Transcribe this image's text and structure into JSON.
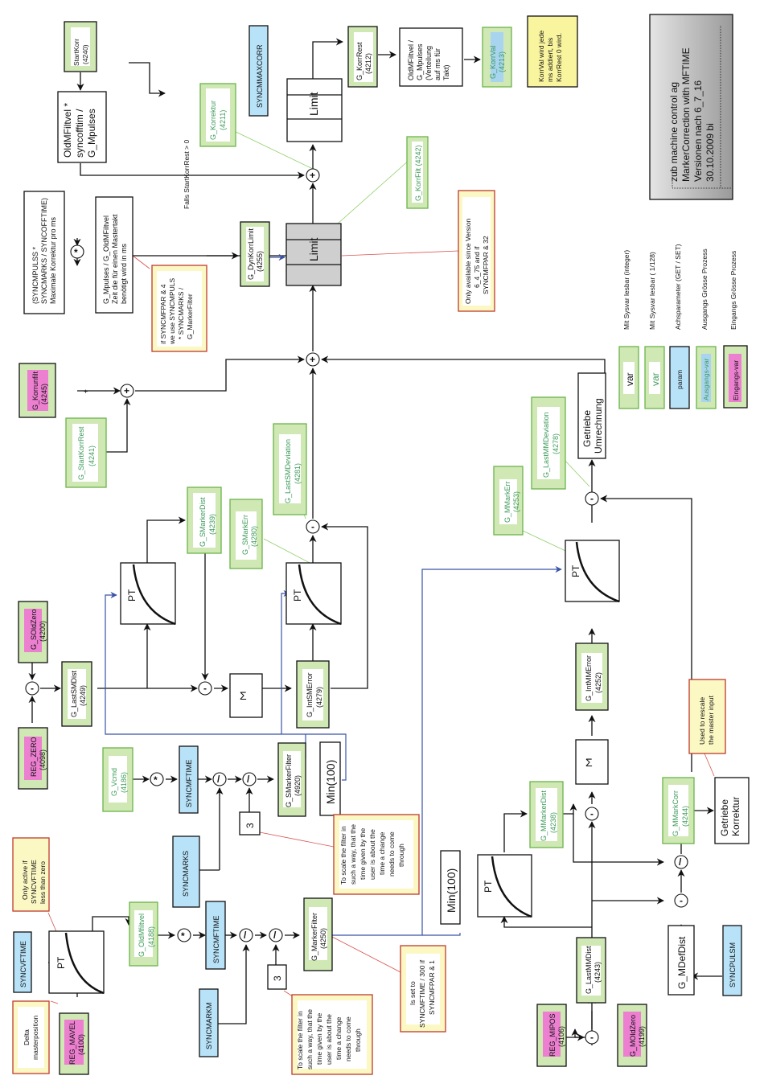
{
  "title_box": {
    "lines": [
      "zub machine control ag",
      "MarkerCorrection with MFTIME",
      "Versionen nach 6_7_16",
      "30.10.2009 bi"
    ]
  },
  "legend": {
    "items": [
      {
        "swatch": "var",
        "kind": "var-black",
        "description": "Mit Sysvar lesbar (integer)"
      },
      {
        "swatch": "var",
        "kind": "var-green",
        "description": "Mit Sysvar lesbar ( 1/128)"
      },
      {
        "swatch": "param",
        "kind": "param",
        "description": "Achsparameter (GET / SET)"
      },
      {
        "swatch": "Ausgangs-var",
        "kind": "output",
        "description": "Ausgangs Grösse Prozess"
      },
      {
        "swatch": "Eingangs-var",
        "kind": "input",
        "description": "Eingangs Grösse Prozess"
      }
    ]
  },
  "variables": {
    "startkorr": {
      "name": "StartKorr",
      "id": "(4240)"
    },
    "korrrest": {
      "name": "G_KorrRest",
      "id": "(4212)"
    },
    "korrval": {
      "name": "G_KorrVal",
      "id": "(4213)"
    },
    "korrektur": {
      "name": "G_Korrektur",
      "id": "(4211)"
    },
    "korrfilt": {
      "name": "G_KorrFilt (4242)"
    },
    "dynkorrlimit": {
      "name": "G_DynKorrLimit",
      "id": "(4255)"
    },
    "korrunfilt": {
      "name": "G_Korrunfilt",
      "id": "(4245)"
    },
    "startkorrrest": {
      "name": "G_StartKorrRest",
      "id": "(4241)"
    },
    "smarkerdist": {
      "name": "G_SMarkerDist",
      "id": "(4239)"
    },
    "smarkerr": {
      "name": "G_SMarkErr",
      "id": "(4280)"
    },
    "lastsmdeviation": {
      "name": "G_LastSMDeviation",
      "id": "(4281)"
    },
    "mmarkerr": {
      "name": "G_MMarkErr",
      "id": "(4253)"
    },
    "lastmmdeviation": {
      "name": "G_LastMMDeviation",
      "id": "(4278)"
    },
    "soldzero": {
      "name": "G_SOldZero",
      "id": "(4200)"
    },
    "regzero": {
      "name": "REG_ZERO",
      "id": "(4098)"
    },
    "lastsmdist": {
      "name": "G_LastSMDist",
      "id": "(4249)"
    },
    "intsmerror": {
      "name": "G_IntSMError",
      "id": "(4279)"
    },
    "intmmerror": {
      "name": "G_IntMMError",
      "id": "(4252)"
    },
    "vcmd": {
      "name": "G_Vcmd",
      "id": "(4186)"
    },
    "smarkerfilter": {
      "name": "G_SMarkerFilter",
      "id": "(4920)"
    },
    "mmarkerdist": {
      "name": "G_MMarkerDist",
      "id": "(4238)"
    },
    "mmarkcorr": {
      "name": "G_MMarkCorr",
      "id": "(4244)"
    },
    "oldmfiltvel": {
      "name": "G_OldMfiltvel",
      "id": "(4188)"
    },
    "markerfilter": {
      "name": "G_MarkerFilter",
      "id": "(4250)"
    },
    "regmavel": {
      "name": "REG_MAVEL",
      "id": "(4100)"
    },
    "lastmmdist": {
      "name": "G_LastMMDist",
      "id": "(4243)"
    },
    "regmipos": {
      "name": "REG_MIPOS",
      "id": "(4106)"
    },
    "moldzero": {
      "name": "G_MOldZero",
      "id": "(4199)"
    }
  },
  "params": {
    "syncmmaxcorr": "SYNCMMAXCORR",
    "syncmftime_top": "SYNCMFTIME",
    "syncmarks": "SYNCMARKS",
    "syncvftime": "SYNCVFTIME",
    "syncmftime_bottom": "SYNCMFTIME",
    "syncmarkm": "SYNCMARKM",
    "syncpulsm": "SYNCPULSM"
  },
  "blocks": {
    "oldmfiltvel_formula": [
      "OldMFiltvel *",
      "syncofftim /",
      "G_Mpulses"
    ],
    "max_korrektur": [
      "(SYNCMPULSS *",
      "SYNCMARKS / SYNCOFFTIME)",
      "Maximale Korrektur pro ms"
    ],
    "mpulses_div": [
      "G_Mpulses / G_OldMFiltvel",
      "Zeit die für einen Mastertakt",
      "benötigt wird in ms"
    ],
    "verteilung": [
      "OldMFiltvel /",
      "G_Mpulses",
      "(Verteilung",
      "auf ms für",
      "Takt)"
    ],
    "limit_top": "Limit",
    "limit_mid": "Limit",
    "pt": "PT",
    "sigma": "Σ",
    "min100": "Min(100)",
    "const3": "3",
    "getriebe_umrechnung": [
      "Getriebe",
      "Umrechnung"
    ],
    "getriebe_korrektur": [
      "Getriebe",
      "Korrektur"
    ],
    "mdefdist": "G_MDefDist"
  },
  "operators": {
    "plus": "+",
    "minus": "-",
    "times": "*",
    "divide": "/"
  },
  "annotations": {
    "falls": "Falls StartKorrRest > 0",
    "korrval_note": [
      "KorrVal wird jede",
      "ms addiert, bis",
      "KorrRest 0 wird."
    ],
    "syncmfpar4": [
      "if SYNCMFPAR & 4",
      "we use SYNCMPULS",
      "* SYNCMARKS /",
      "G_MarkerFilter"
    ],
    "only_version": [
      "Only available since Version",
      "6_4_75 and if",
      "SYNCMFPAR & 32"
    ],
    "scale_filter": [
      "To scale the filter in",
      "such a way, that the",
      "time given by the",
      "user is about the",
      "time a change",
      "needs to come",
      "through"
    ],
    "used_rescale": [
      "Used to rescale",
      "the master input"
    ],
    "only_active": [
      "Only active if",
      "SYNCVFTIME",
      "less than zero"
    ],
    "delta": [
      "Delta",
      "masterposition"
    ],
    "is_set_to": [
      "Is set to",
      "SYNCMFTIME / 300 if",
      "SYNCMFPAR & 1"
    ]
  }
}
